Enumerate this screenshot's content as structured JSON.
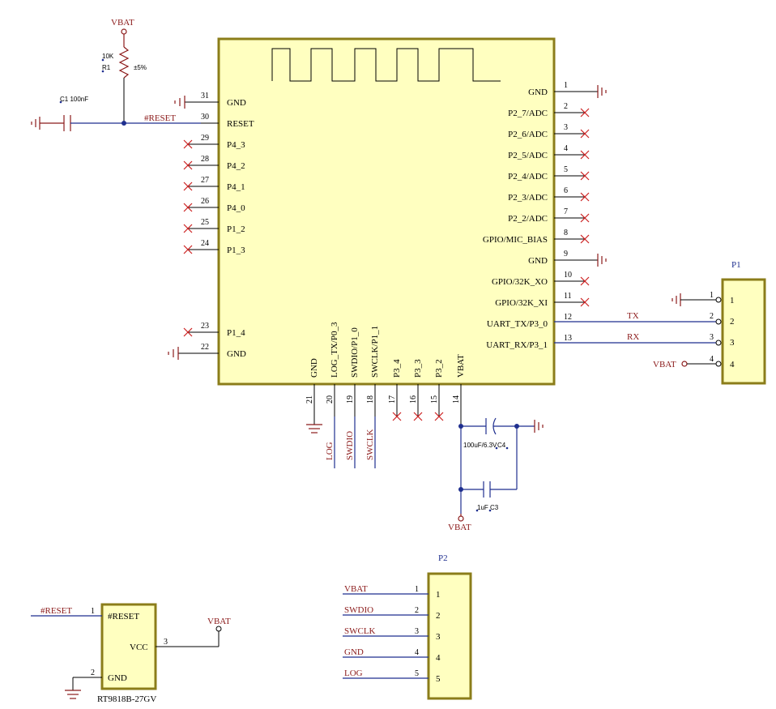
{
  "power_label": "VBAT",
  "reset_net": "#RESET",
  "r1": {
    "value": "10K",
    "ref": "R1",
    "tol": "±5%"
  },
  "c1": {
    "label": "C1 100nF"
  },
  "c3": {
    "value": "1uF",
    "ref": "C3"
  },
  "c4": {
    "label": "100uF/6.3V",
    "ref": "C4"
  },
  "u1": {
    "left_pins": [
      {
        "num": "31",
        "name": "GND"
      },
      {
        "num": "30",
        "name": "RESET"
      },
      {
        "num": "29",
        "name": "P4_3"
      },
      {
        "num": "28",
        "name": "P4_2"
      },
      {
        "num": "27",
        "name": "P4_1"
      },
      {
        "num": "26",
        "name": "P4_0"
      },
      {
        "num": "25",
        "name": "P1_2"
      },
      {
        "num": "24",
        "name": "P1_3"
      },
      {
        "num": "23",
        "name": "P1_4"
      },
      {
        "num": "22",
        "name": "GND"
      }
    ],
    "right_pins": [
      {
        "num": "1",
        "name": "GND"
      },
      {
        "num": "2",
        "name": "P2_7/ADC"
      },
      {
        "num": "3",
        "name": "P2_6/ADC"
      },
      {
        "num": "4",
        "name": "P2_5/ADC"
      },
      {
        "num": "5",
        "name": "P2_4/ADC"
      },
      {
        "num": "6",
        "name": "P2_3/ADC"
      },
      {
        "num": "7",
        "name": "P2_2/ADC"
      },
      {
        "num": "8",
        "name": "GPIO/MIC_BIAS"
      },
      {
        "num": "9",
        "name": "GND"
      },
      {
        "num": "10",
        "name": "GPIO/32K_XO"
      },
      {
        "num": "11",
        "name": "GPIO/32K_XI"
      },
      {
        "num": "12",
        "name": "UART_TX/P3_0"
      },
      {
        "num": "13",
        "name": "UART_RX/P3_1"
      }
    ],
    "bottom_pins": [
      {
        "num": "21",
        "name": "GND"
      },
      {
        "num": "20",
        "name": "LOG_TX/P0_3"
      },
      {
        "num": "19",
        "name": "SWDIO/P1_0"
      },
      {
        "num": "18",
        "name": "SWCLK/P1_1"
      },
      {
        "num": "17",
        "name": "P3_4"
      },
      {
        "num": "16",
        "name": "P3_3"
      },
      {
        "num": "15",
        "name": "P3_2"
      },
      {
        "num": "14",
        "name": "VBAT"
      }
    ],
    "bottom_nets": [
      "LOG",
      "SWDIO",
      "SWCLK"
    ]
  },
  "p1": {
    "ref": "P1",
    "pins": [
      "1",
      "2",
      "3",
      "4"
    ],
    "nets": {
      "tx": "TX",
      "rx": "RX",
      "vbat": "VBAT"
    }
  },
  "p2": {
    "ref": "P2",
    "pins": [
      {
        "num": "1",
        "net": "VBAT"
      },
      {
        "num": "2",
        "net": "SWDIO"
      },
      {
        "num": "3",
        "net": "SWCLK"
      },
      {
        "num": "4",
        "net": "GND"
      },
      {
        "num": "5",
        "net": "LOG"
      }
    ]
  },
  "u2": {
    "part": "RT9818B-27GV",
    "pins": [
      {
        "num": "1",
        "name": "#RESET"
      },
      {
        "num": "3",
        "name": "VCC"
      },
      {
        "num": "2",
        "name": "GND"
      }
    ]
  }
}
